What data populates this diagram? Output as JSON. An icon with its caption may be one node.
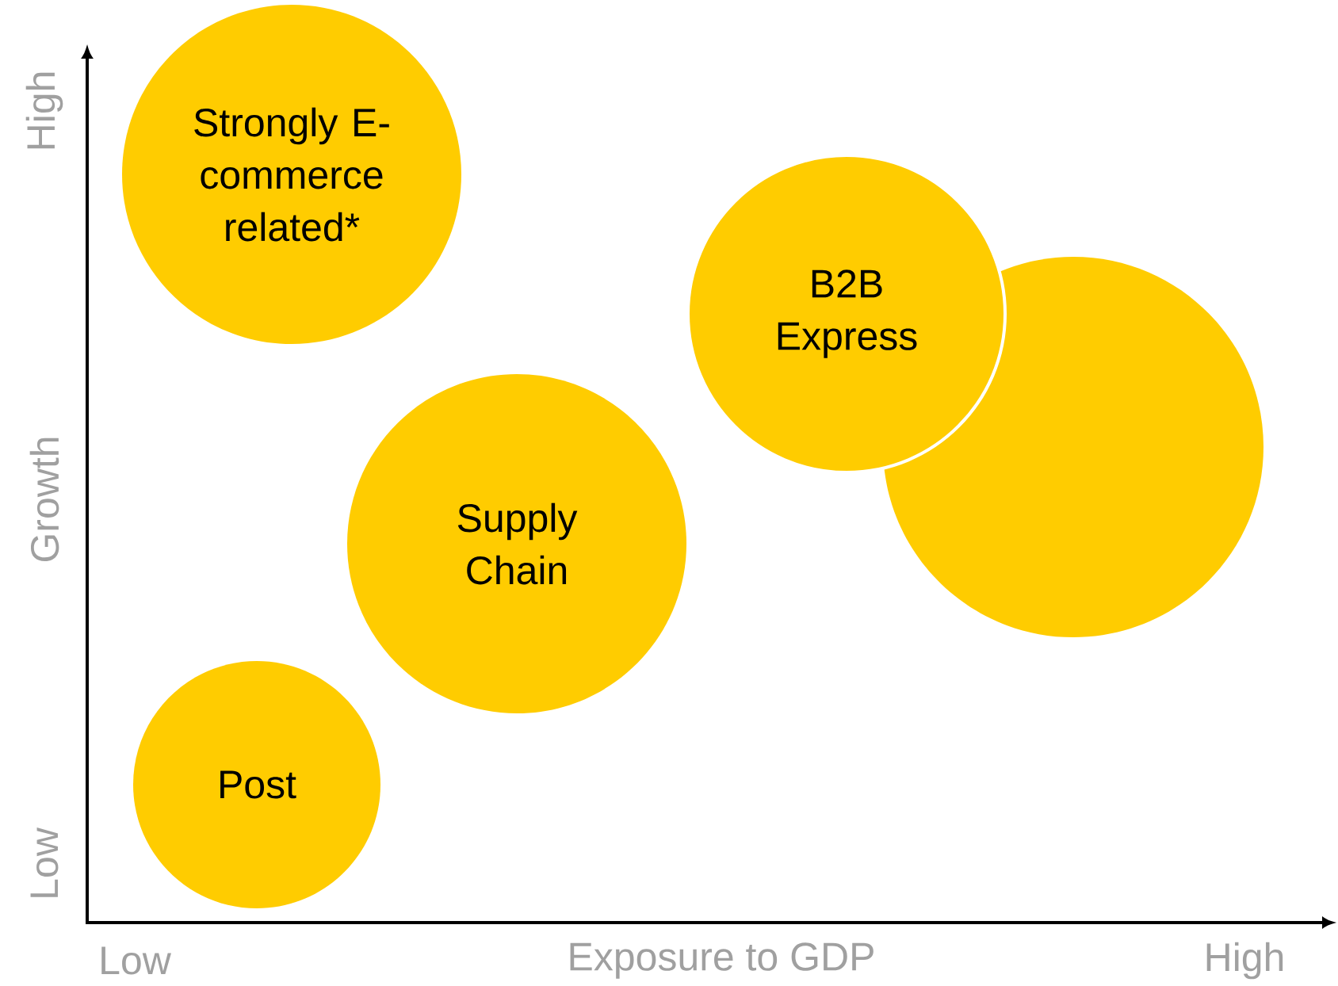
{
  "diagram": {
    "nodes": [
      {
        "text": [
          "Strongly E-commerce related*"
        ]
      },
      {
        "text": [
          "B2B Express"
        ]
      },
      {
        "text": [],
        "shape": "circle"
      },
      {
        "text": [
          "Supply Chain"
        ]
      },
      {
        "text": [
          "Post"
        ]
      }
    ],
    "labels": [
      "High",
      "Growth",
      "Low",
      "Low",
      "Exposure to GDP",
      "High"
    ]
  }
}
